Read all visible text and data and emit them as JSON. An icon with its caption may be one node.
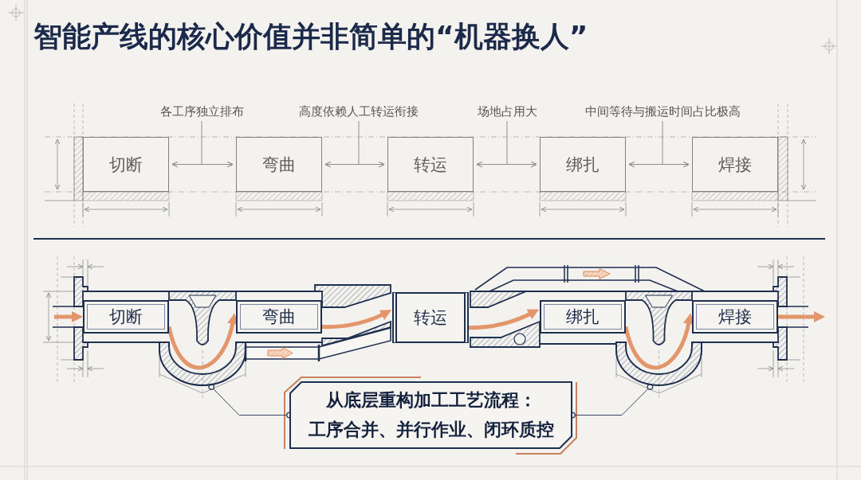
{
  "diagram": {
    "title": "智能产线的核心价值并非简单的“机器换人”",
    "nodes": [
      {
        "text": [
          "各工序独立排布"
        ]
      },
      {
        "text": [
          "高度依赖人工转运衔接"
        ]
      },
      {
        "text": [
          "场地占用大"
        ]
      },
      {
        "text": [
          "中间等待与搬运时间占比极高"
        ]
      },
      {
        "text": [
          "切断"
        ]
      },
      {
        "text": [
          "弯曲"
        ]
      },
      {
        "text": [
          "转运"
        ]
      },
      {
        "text": [
          "绑扎"
        ]
      },
      {
        "text": [
          "焊接"
        ]
      },
      {
        "text": [
          "切断"
        ]
      },
      {
        "text": [
          "弯曲"
        ]
      },
      {
        "text": [
          "转运"
        ]
      },
      {
        "text": [
          "绑扎"
        ]
      },
      {
        "text": [
          "焊接"
        ]
      },
      {
        "text": [],
        "shape": "picture"
      },
      {
        "text": [],
        "shape": "picture"
      },
      {
        "text": [
          "从底层重构加工工艺流程：",
          "工序合并、并行作业、闭环质控"
        ]
      }
    ],
    "edges": [
      {
        "from": 4,
        "to": 5,
        "arrow": "both"
      },
      {
        "from": 5,
        "to": 6,
        "arrow": "both"
      },
      {
        "from": 6,
        "to": 7,
        "arrow": "both"
      },
      {
        "from": 7,
        "to": 8,
        "arrow": "both"
      },
      {
        "from": 0,
        "to": null,
        "arrow": "none"
      },
      {
        "from": 1,
        "to": null,
        "arrow": "none"
      },
      {
        "from": 2,
        "to": null,
        "arrow": "none"
      },
      {
        "from": 3,
        "to": null,
        "arrow": "none"
      },
      {
        "from": null,
        "to": 9,
        "arrow": "to",
        "style": "thick",
        "color": "#e3956b"
      },
      {
        "from": 9,
        "to": 10,
        "arrow": "to",
        "style": "thick",
        "color": "#e3956b"
      },
      {
        "from": 10,
        "to": 11,
        "arrow": "to",
        "style": "thick",
        "color": "#e3956b"
      },
      {
        "from": 11,
        "to": 12,
        "arrow": "to",
        "style": "thick",
        "color": "#e3956b"
      },
      {
        "from": 12,
        "to": 13,
        "arrow": "to",
        "style": "thick",
        "color": "#e3956b"
      },
      {
        "from": 13,
        "to": null,
        "arrow": "to",
        "style": "thick",
        "color": "#e3956b"
      },
      {
        "from": 16,
        "to": 14,
        "arrow": "other",
        "color": "#3a4866"
      },
      {
        "from": 16,
        "to": 15,
        "arrow": "other",
        "color": "#3a4866"
      }
    ]
  }
}
